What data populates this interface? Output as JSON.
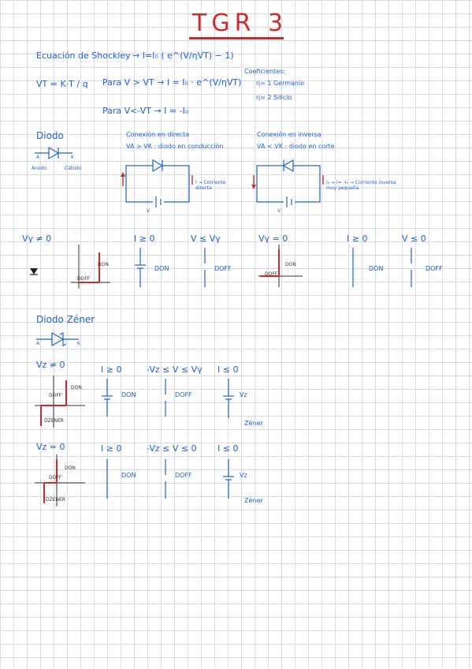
{
  "title": "TGR 3",
  "shockley": {
    "eq_label": "Ecuación de Shockley",
    "eq_formula": "→ I=I₀ ( e^(V/ηVT) − 1)",
    "vt_formula": "VT = K·T / q",
    "para1": "Para  V > VT  → I ≈ I₀ · e^(V/ηVT)",
    "para2": "Para  V<-VT → I ≈ -I₀",
    "coef_title": "Coeficientes:",
    "coef1": "η= 1  Germanio",
    "coef2": "η= 2  Silicio"
  },
  "diodo": {
    "title": "Diodo",
    "anodo": "Ánodo",
    "catodo": "Cátodo",
    "a": "A",
    "k": "K",
    "directa_title": "Conexión en directa",
    "directa_sub": "VA > VK : diodo en conducción",
    "inversa_title": "Conexión en inversa",
    "inversa_sub": "VA < VK : diodo en corte",
    "directa_note": "I → Corriente directa",
    "inversa_note": "I₀ → I= -I₀ → Corriente inversa muy pequeña",
    "v": "V"
  },
  "row1": {
    "vy_ne0": "Vγ ≠ 0",
    "i_ge0": "I ≥ 0",
    "v_le_vy": "V ≤ Vγ",
    "vy_eq0": "Vγ = 0",
    "i_ge0_b": "I ≥ 0",
    "v_le0": "V ≤ 0",
    "don": "DON",
    "doff": "DOFF"
  },
  "zener": {
    "title": "Diodo Zéner",
    "a": "A",
    "k": "K",
    "case1": "Vz ≠ 0",
    "case2": "Vz = 0",
    "c1_i": "I ≥ 0",
    "c1_v": "-Vz ≤ V ≤ Vγ",
    "c1_ile": "I ≤ 0",
    "c2_i": "I ≥ 0",
    "c2_v": "-Vz ≤ V ≤ 0",
    "c2_ile": "I ≤ 0",
    "don": "DON",
    "doff": "DOFF",
    "zener_label": "Zéner",
    "dzener": "DZENER",
    "vz": "Vz"
  },
  "colors": {
    "ink": "#1f5fd6",
    "red": "#d12a2a",
    "grid": "#d9dde2"
  }
}
